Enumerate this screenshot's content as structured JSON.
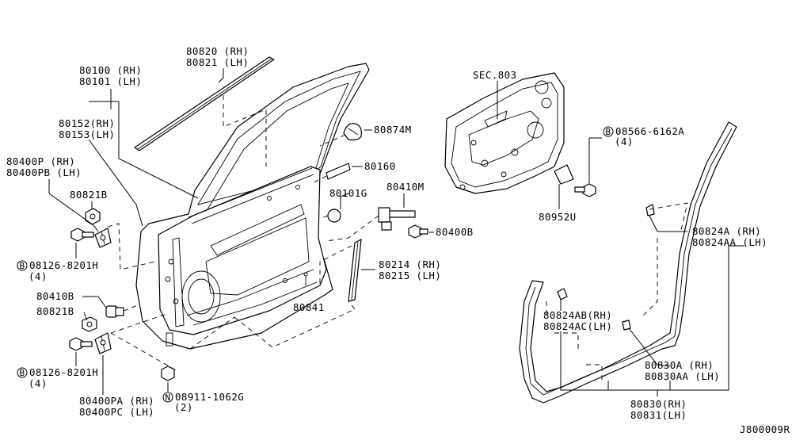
{
  "diagram_id": "J800009R",
  "labels": {
    "p80820": "80820 (RH)",
    "p80821": "80821 (LH)",
    "p80100": "80100 (RH)",
    "p80101": "80101 (LH)",
    "p80152": "80152(RH)",
    "p80153": "80153(LH)",
    "p80400P": "80400P  (RH)",
    "p80400PB": "80400PB (LH)",
    "p80821B_top": "80821B",
    "p08126_top": "08126-8201H",
    "p08126_top_qty": "(4)",
    "p80410B": "80410B",
    "p80821B_bot": "80821B",
    "p08126_bot": "08126-8201H",
    "p08126_bot_qty": "(4)",
    "p80400PA": "80400PA (RH)",
    "p80400PC": "80400PC (LH)",
    "p08911": "08911-1062G",
    "p08911_qty": "(2)",
    "p80874M": "80874M",
    "p80160": "80160",
    "p80101G": "80101G",
    "p80410M": "80410M",
    "p80400B": "80400B",
    "p80214": "80214 (RH)",
    "p80215": "80215 (LH)",
    "p80841": "80841",
    "sec803": "SEC.803",
    "p08566": "08566-6162A",
    "p08566_qty": "(4)",
    "p80952U": "80952U",
    "p80824A": "80824A  (RH)",
    "p80824AA": "80824AA (LH)",
    "p80824AB": "80824AB(RH)",
    "p80824AC": "80824AC(LH)",
    "p80830A": "80830A  (RH)",
    "p80830AA": "80830AA (LH)",
    "p80830": "80830(RH)",
    "p80831": "80831(LH)"
  },
  "circle_prefixes": {
    "bolt": "B",
    "nut": "N"
  }
}
